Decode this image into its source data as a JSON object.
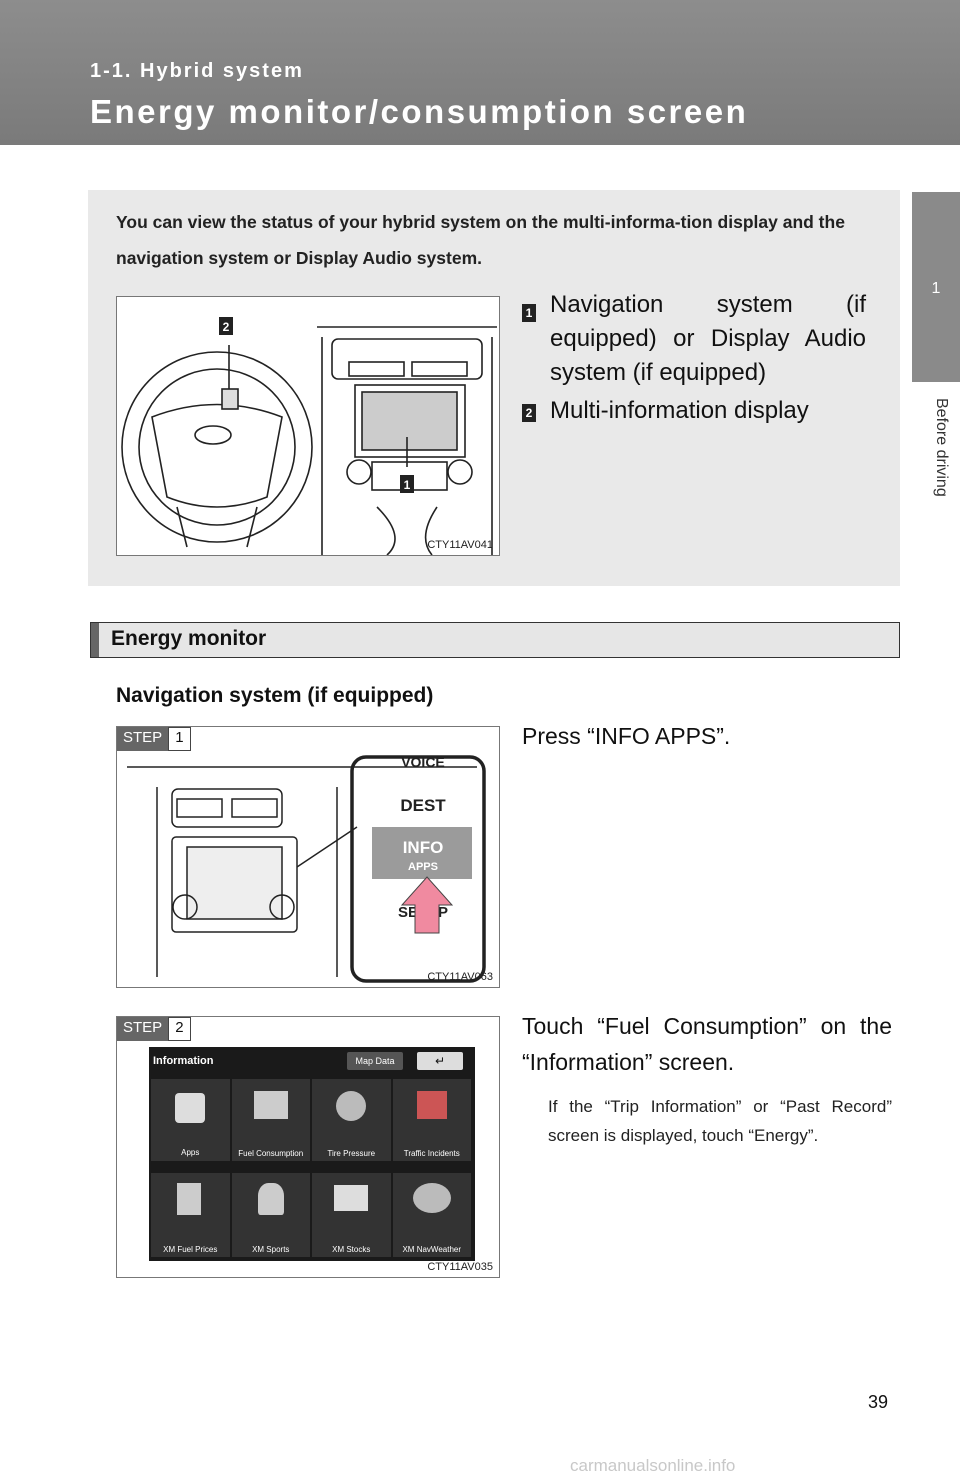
{
  "header": {
    "section": "1-1. Hybrid system",
    "title": "Energy monitor/consumption screen"
  },
  "side_tab": {
    "chapter_number": "1",
    "chapter_label": "Before driving"
  },
  "intro": {
    "text": "You can view the status of your hybrid system on the multi-informa-tion display and the navigation system or Display Audio system.",
    "figure_code": "CTY11AV041",
    "legend": [
      {
        "badge": "1",
        "label": "Navigation system (if equipped) or Display Audio system (if equipped)"
      },
      {
        "badge": "2",
        "label": "Multi-information display"
      }
    ]
  },
  "energy_monitor": {
    "heading": "Energy monitor",
    "subheading": "Navigation system (if equipped)",
    "steps": [
      {
        "step_label": "STEP",
        "step_number": "1",
        "figure_code": "CTY11AV063",
        "buttons": [
          "VOICE",
          "DEST",
          "INFO",
          "APPS",
          "SETUP"
        ],
        "text": "Press “INFO APPS”."
      },
      {
        "step_label": "STEP",
        "step_number": "2",
        "figure_code": "CTY11AV035",
        "screen": {
          "title": "Information",
          "map_data_button": "Map Data",
          "tiles": [
            "Apps",
            "Fuel Consumption",
            "Tire Pressure",
            "Traffic Incidents",
            "XM Fuel Prices",
            "XM Sports",
            "XM Stocks",
            "XM NavWeather"
          ]
        },
        "text": "Touch “Fuel Consumption” on the “Information” screen.",
        "note": "If the “Trip Information” or “Past Record” screen is displayed, touch “Energy”."
      }
    ]
  },
  "page_number": "39",
  "watermark": "carmanualsonline.info"
}
